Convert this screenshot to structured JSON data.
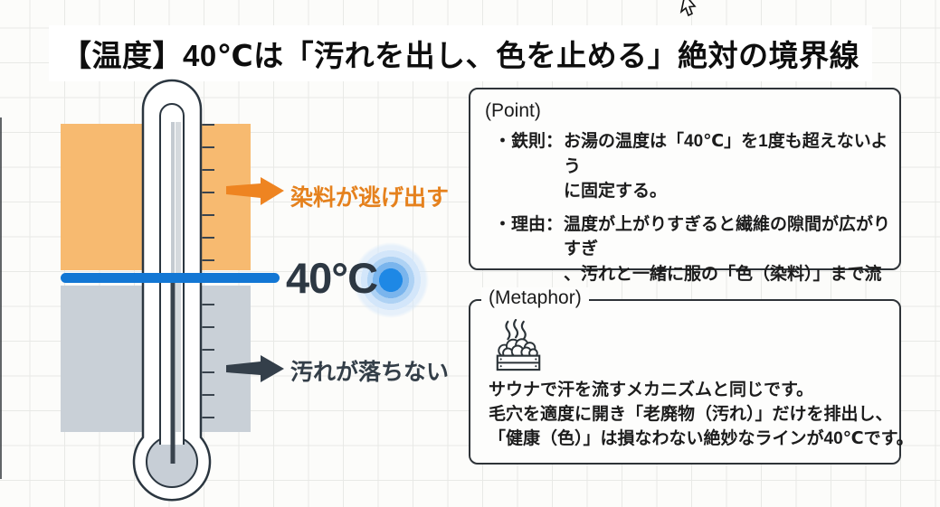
{
  "title": {
    "text": "【温度】40℃は「汚れを出し、色を止める」絶対の境界線"
  },
  "diagram": {
    "temp_label": "40°C",
    "upper_label": "染料が逃げ出す",
    "lower_label": "汚れが落ちない"
  },
  "point_box": {
    "heading": "(Point)",
    "bullets": [
      {
        "label": "・鉄則：",
        "text": "お湯の温度は「40℃」を1度も超えないよう\nに固定する。"
      },
      {
        "label": "・理由：",
        "text": "温度が上がりすぎると繊維の隙間が広がりすぎ\n、汚れと一緒に服の「色（染料）」まで流出\nします。"
      }
    ]
  },
  "metaphor_box": {
    "heading": "(Metaphor)",
    "icon": "sauna-stones-icon",
    "lines": [
      "サウナで汗を流すメカニズムと同じです。",
      "毛穴を適度に開き「老廃物（汚れ）」だけを排出し、",
      "「健康（色）」は損なわない絶妙なラインが40℃です。"
    ]
  },
  "colors": {
    "hot_zone": "#f7ba70",
    "cold_zone": "#c9d0d7",
    "boundary_blue": "#1377d4",
    "pulse_blue": "#1e88e5",
    "orange_accent": "#e5811d",
    "dark_accent": "#333e48",
    "outline": "#2e3338"
  }
}
